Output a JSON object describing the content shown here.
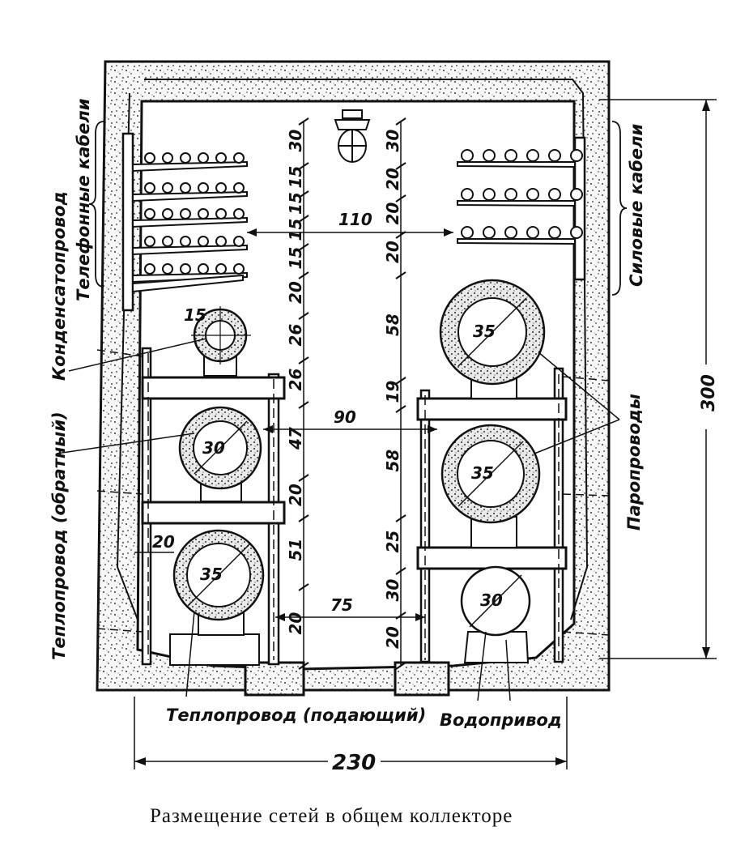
{
  "caption": "Размещение сетей в общем коллекторе",
  "labels": {
    "telephone_cables": "Телефонные кабели",
    "condensate_pipe": "Конденсатопровод",
    "heat_pipe_return": "Теплопровод (обратный)",
    "heat_pipe_supply": "Теплопровод (подающий)",
    "power_cables": "Силовые кабели",
    "steam_pipes": "Паропроводы",
    "water_pipe": "Водопривод"
  },
  "dimensions": {
    "overall_width": "230",
    "overall_height": "300",
    "span_110": "110",
    "span_90": "90",
    "span_75": "75",
    "left_stack": [
      "30",
      "15",
      "15",
      "15",
      "15",
      "20",
      "26",
      "26",
      "47",
      "20",
      "51",
      "20"
    ],
    "right_stack": [
      "30",
      "20",
      "20",
      "20",
      "58",
      "19",
      "58",
      "25",
      "30",
      "20"
    ],
    "off_20": "20"
  },
  "pipes": {
    "condensate": "15",
    "return": "30",
    "supply": "35",
    "steam_upper": "35",
    "steam_lower": "35",
    "water": "30"
  }
}
